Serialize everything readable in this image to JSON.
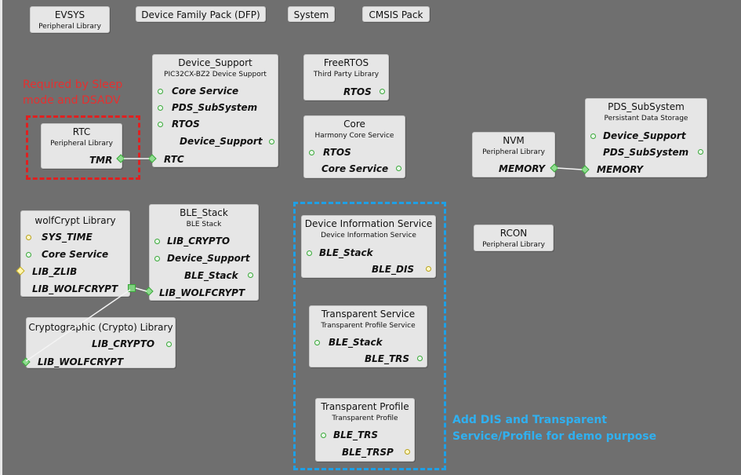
{
  "top_row": [
    {
      "title": "EVSYS",
      "subtitle": "Peripheral Library"
    },
    {
      "title": "Device Family Pack (DFP)"
    },
    {
      "title": "System"
    },
    {
      "title": "CMSIS Pack"
    }
  ],
  "rtc": {
    "title": "RTC",
    "subtitle": "Peripheral Library",
    "ports": [
      "TMR"
    ]
  },
  "device_support": {
    "title": "Device_Support",
    "subtitle": "PIC32CX-BZ2 Device Support",
    "ports": [
      "Core Service",
      "PDS_SubSystem",
      "RTOS",
      "Device_Support",
      "RTC"
    ]
  },
  "freertos": {
    "title": "FreeRTOS",
    "subtitle": "Third Party Library",
    "ports": [
      "RTOS"
    ]
  },
  "core": {
    "title": "Core",
    "subtitle": "Harmony Core Service",
    "ports": [
      "RTOS",
      "Core Service"
    ]
  },
  "nvm": {
    "title": "NVM",
    "subtitle": "Peripheral Library",
    "ports": [
      "MEMORY"
    ]
  },
  "pds": {
    "title": "PDS_SubSystem",
    "subtitle": "Persistant Data Storage",
    "ports": [
      "Device_Support",
      "PDS_SubSystem",
      "MEMORY"
    ]
  },
  "wolfcrypt": {
    "title": "wolfCrypt Library",
    "ports": [
      "SYS_TIME",
      "Core Service",
      "LIB_ZLIB",
      "LIB_WOLFCRYPT"
    ]
  },
  "ble_stack": {
    "title": "BLE_Stack",
    "subtitle": "BLE Stack",
    "ports": [
      "LIB_CRYPTO",
      "Device_Support",
      "BLE_Stack",
      "LIB_WOLFCRYPT"
    ]
  },
  "crypto": {
    "title": "Cryptographic (Crypto) Library",
    "ports": [
      "LIB_CRYPTO",
      "LIB_WOLFCRYPT"
    ]
  },
  "dis": {
    "title": "Device Information Service",
    "subtitle": "Device Information Service",
    "ports": [
      "BLE_Stack",
      "BLE_DIS"
    ]
  },
  "rcon": {
    "title": "RCON",
    "subtitle": "Peripheral Library"
  },
  "trs": {
    "title": "Transparent Service",
    "subtitle": "Transparent Profile Service",
    "ports": [
      "BLE_Stack",
      "BLE_TRS"
    ]
  },
  "trsp": {
    "title": "Transparent Profile",
    "subtitle": "Transparent Profile",
    "ports": [
      "BLE_TRS",
      "BLE_TRSP"
    ]
  },
  "notes": {
    "red": [
      "Required by Sleep",
      "mode and DSADV"
    ],
    "blue": [
      "Add DIS and Transparent",
      "Service/Profile for demo purpose"
    ]
  },
  "colors": {
    "background": "#6f6f6f",
    "box": "#e6e6e6",
    "note_red": "#e53030",
    "note_blue": "#30b0f0",
    "dash_blue": "#1ea0e6",
    "dash_red": "#e02020",
    "connected": "#3aa83a",
    "optional": "#c4ad20"
  }
}
